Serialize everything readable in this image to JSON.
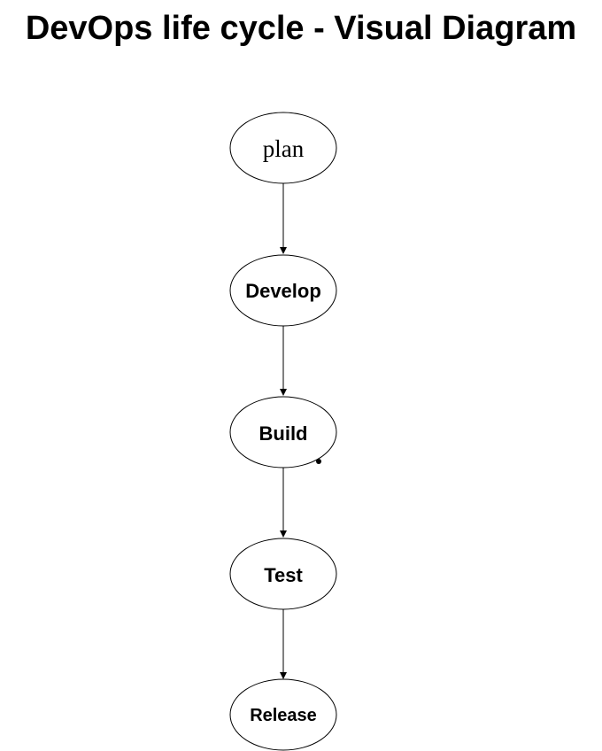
{
  "title": "DevOps life cycle - Visual Diagram",
  "nodes": [
    {
      "id": "plan",
      "label": "plan"
    },
    {
      "id": "develop",
      "label": "Develop"
    },
    {
      "id": "build",
      "label": "Build"
    },
    {
      "id": "test",
      "label": "Test"
    },
    {
      "id": "release",
      "label": "Release"
    }
  ],
  "edges": [
    {
      "from": "plan",
      "to": "develop"
    },
    {
      "from": "develop",
      "to": "build"
    },
    {
      "from": "build",
      "to": "test"
    },
    {
      "from": "test",
      "to": "release"
    }
  ],
  "colors": {
    "stroke": "#000000",
    "fill": "#ffffff",
    "text": "#000000"
  }
}
